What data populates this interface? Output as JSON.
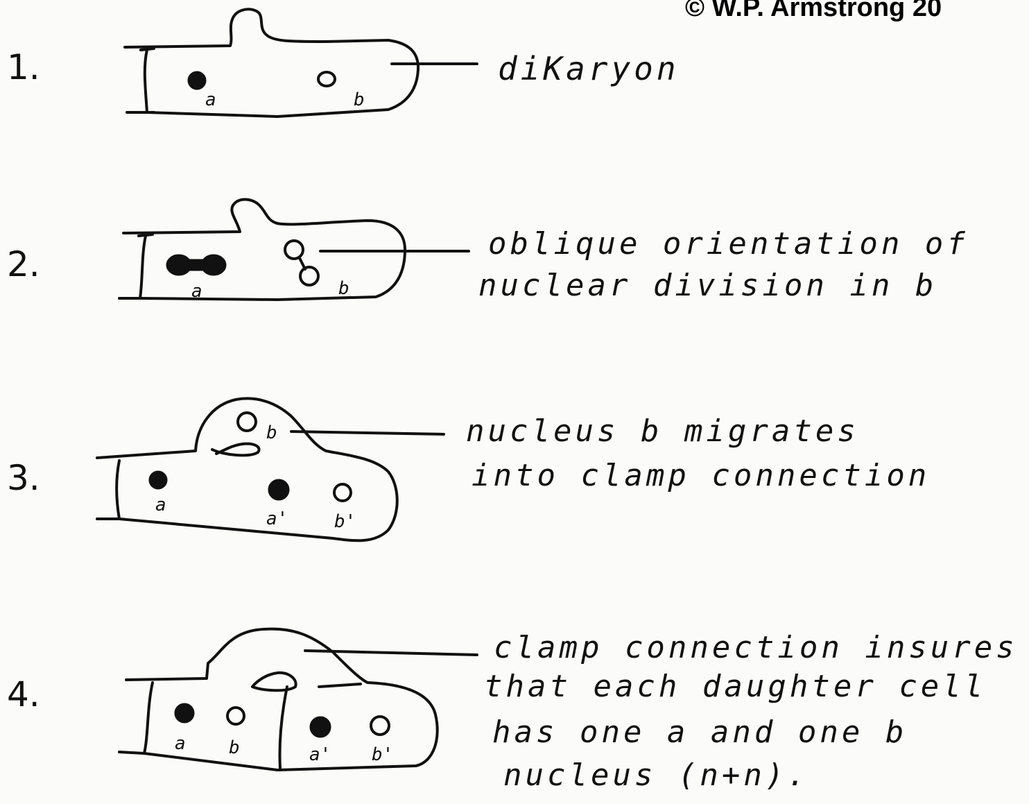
{
  "copyright": "© W.P. Armstrong 20",
  "steps": [
    {
      "number": "1.",
      "lines": [
        "diKaryon"
      ]
    },
    {
      "number": "2.",
      "lines": [
        "oblique orientation of",
        "nuclear division in b"
      ]
    },
    {
      "number": "3.",
      "lines": [
        "nucleus b migrates",
        "into clamp connection"
      ]
    },
    {
      "number": "4.",
      "lines": [
        "clamp connection insures",
        "that each daughter cell",
        "has one a and one b",
        "nucleus (n+n)."
      ]
    }
  ],
  "nucleus_labels": {
    "s1": [
      "a",
      "b"
    ],
    "s2": [
      "a",
      "b"
    ],
    "s3": [
      "b",
      "a",
      "a'",
      "b'"
    ],
    "s4": [
      "a",
      "b",
      "a'",
      "b'"
    ]
  }
}
